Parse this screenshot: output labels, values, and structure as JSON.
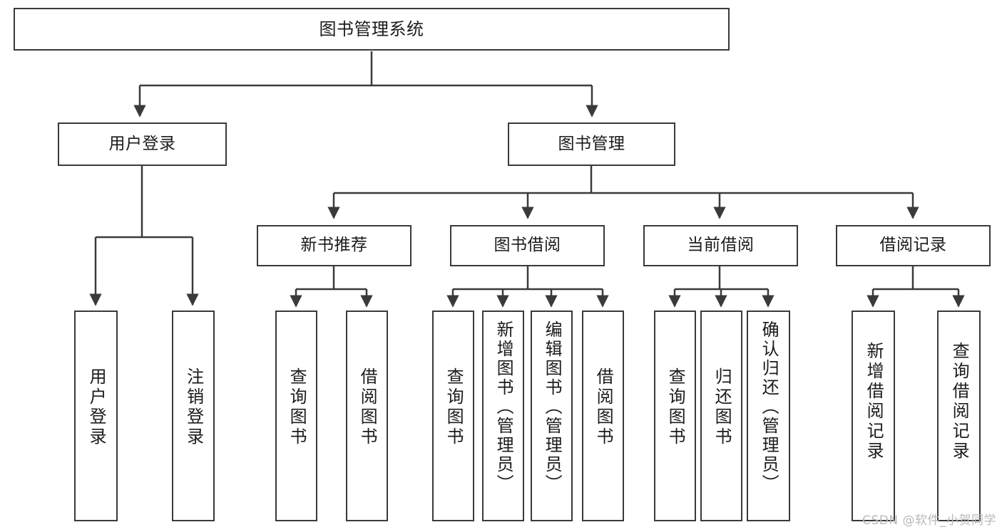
{
  "diagram": {
    "title": "图书管理系统",
    "type": "tree-hierarchy",
    "theme": {
      "stroke": "#3a3a3a",
      "fill": "#ffffff",
      "text": "#1b1b1b",
      "watermark_color": "#b9b9b9"
    },
    "nodes": {
      "root": {
        "label": "图书管理系统"
      },
      "level2": [
        {
          "id": "user-login",
          "label": "用户登录"
        },
        {
          "id": "book-manage",
          "label": "图书管理"
        }
      ],
      "level3": [
        {
          "id": "new-book-rec",
          "label": "新书推荐"
        },
        {
          "id": "book-borrow",
          "label": "图书借阅"
        },
        {
          "id": "current-borrow",
          "label": "当前借阅"
        },
        {
          "id": "borrow-record",
          "label": "借阅记录"
        }
      ],
      "leaves": {
        "user_login": [
          {
            "id": "leaf-user-login",
            "label": "用户登录"
          },
          {
            "id": "leaf-logout",
            "label": "注销登录"
          }
        ],
        "new_book_rec": [
          {
            "id": "leaf-query-book-1",
            "label": "查询图书"
          },
          {
            "id": "leaf-borrow-book-1",
            "label": "借阅图书"
          }
        ],
        "book_borrow": [
          {
            "id": "leaf-query-book-2",
            "label": "查询图书"
          },
          {
            "id": "leaf-add-book",
            "label": "新增图书（管理员）"
          },
          {
            "id": "leaf-edit-book",
            "label": "编辑图书（管理员）"
          },
          {
            "id": "leaf-borrow-book-2",
            "label": "借阅图书"
          }
        ],
        "current_borrow": [
          {
            "id": "leaf-query-book-3",
            "label": "查询图书"
          },
          {
            "id": "leaf-return-book",
            "label": "归还图书"
          },
          {
            "id": "leaf-confirm-return",
            "label": "确认归还（管理员）"
          }
        ],
        "borrow_record": [
          {
            "id": "leaf-add-record",
            "label": "新增借阅记录"
          },
          {
            "id": "leaf-query-record",
            "label": "查询借阅记录"
          }
        ]
      }
    }
  },
  "watermark": {
    "text": "CSDN @软件_小贺同学"
  }
}
